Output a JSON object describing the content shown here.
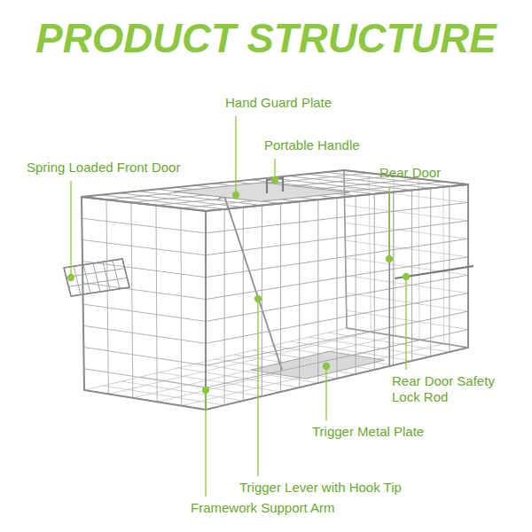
{
  "diagram": {
    "title": "PRODUCT STRUCTURE",
    "labels": [
      "Hand Guard Plate",
      "Portable Handle",
      "Spring Loaded Front Door",
      "Rear Door",
      "Rear Door Safety Lock Rod",
      "Trigger Metal Plate",
      "Trigger Lever with Hook Tip",
      "Framework Support Arm"
    ]
  }
}
